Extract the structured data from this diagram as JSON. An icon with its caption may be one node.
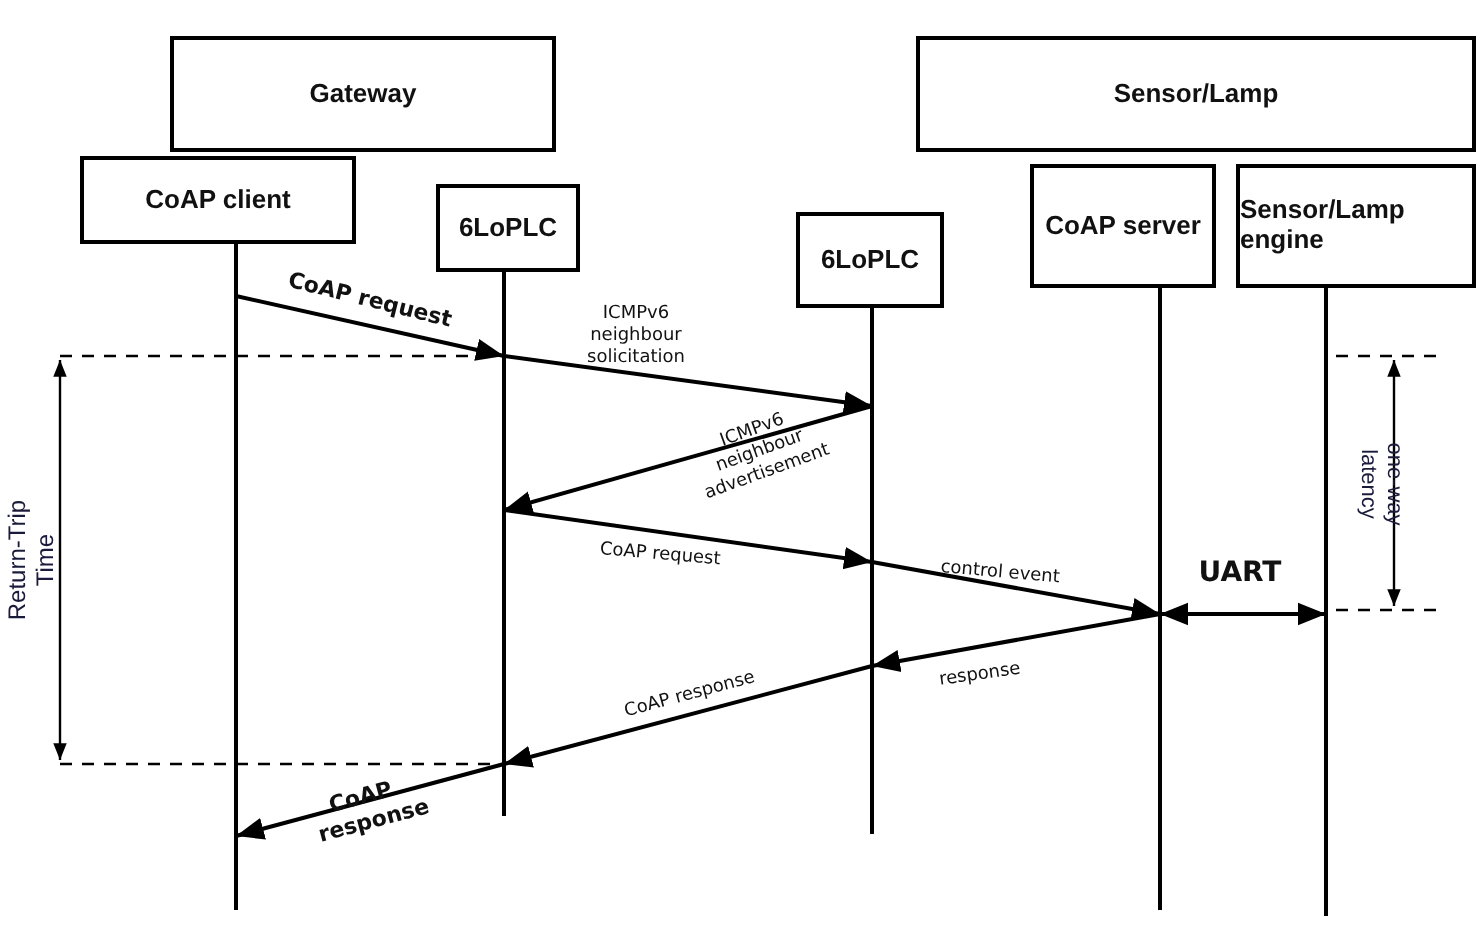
{
  "diagram": {
    "nodes": [
      {
        "text": [
          "Gateway"
        ]
      },
      {
        "text": [
          "Sensor/Lamp"
        ]
      },
      {
        "text": [
          "CoAP client"
        ]
      },
      {
        "text": [
          "6LoPLC"
        ]
      },
      {
        "text": [
          "6LoPLC"
        ]
      },
      {
        "text": [
          "CoAP server"
        ]
      },
      {
        "text": [
          "Sensor/Lamp engine"
        ]
      }
    ],
    "edges": [
      {
        "from": 2,
        "to": 3,
        "arrow": "to",
        "label": "CoAP request"
      },
      {
        "from": 3,
        "to": 4,
        "arrow": "to",
        "label": "ICMPv6 neighbour solicitation"
      },
      {
        "from": 4,
        "to": 3,
        "arrow": "to",
        "label": "ICMPv6 neighbour advertisement"
      },
      {
        "from": 3,
        "to": 4,
        "arrow": "to",
        "label": "CoAP request"
      },
      {
        "from": 4,
        "to": 5,
        "arrow": "to",
        "label": "control event"
      },
      {
        "from": 5,
        "to": 6,
        "arrow": "both",
        "label": "UART"
      },
      {
        "from": 5,
        "to": 4,
        "arrow": "to",
        "label": "response"
      },
      {
        "from": 4,
        "to": 3,
        "arrow": "to",
        "label": "CoAP response"
      },
      {
        "from": 3,
        "to": 2,
        "arrow": "to",
        "label": "CoAP response"
      }
    ],
    "labels": [
      "Return-Trip Time",
      "one-way latency"
    ]
  }
}
